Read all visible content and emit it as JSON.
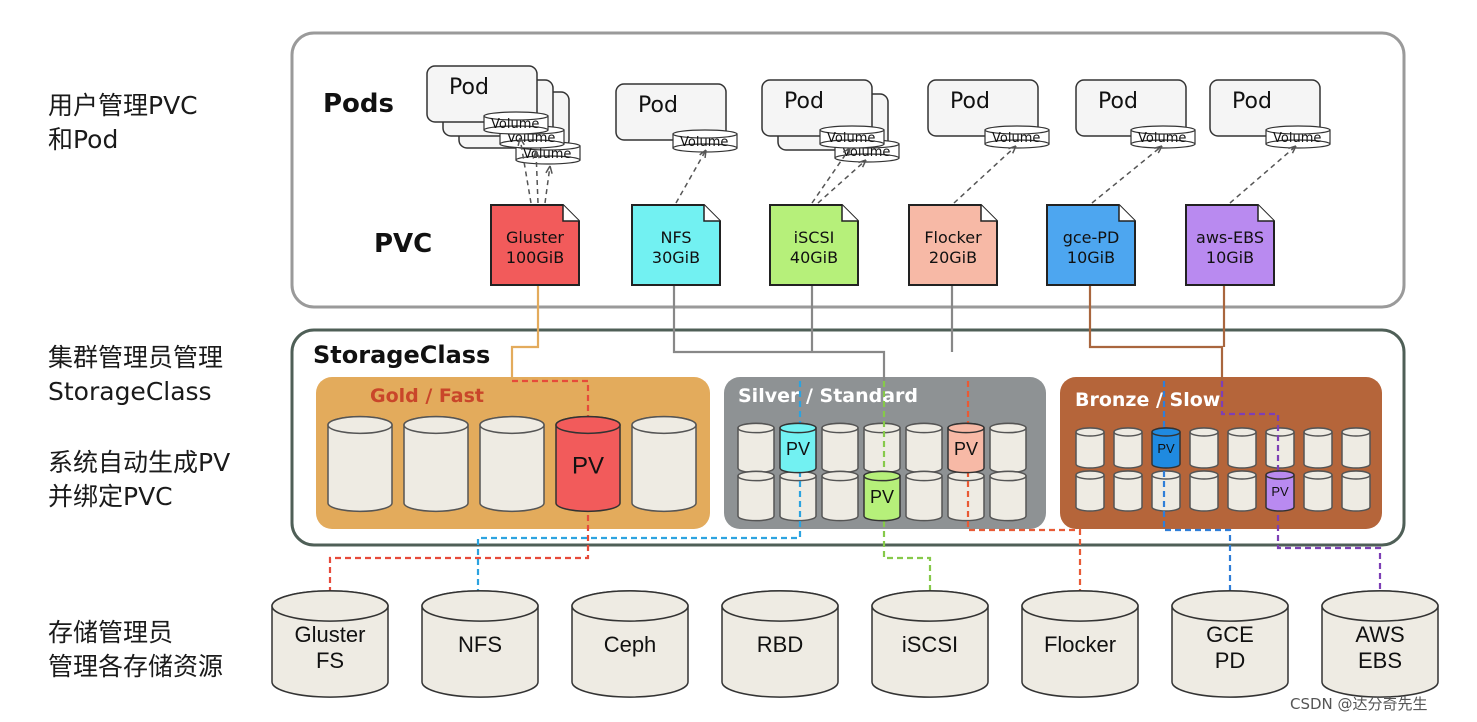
{
  "side_labels": {
    "pods_pvc": [
      "用户管理PVC",
      "和Pod"
    ],
    "storageclass": [
      "集群管理员管理",
      "StorageClass"
    ],
    "pv": [
      "系统自动生成PV",
      "并绑定PVC"
    ],
    "storage": [
      "存储管理员",
      "管理各存储资源"
    ]
  },
  "headings": {
    "pods": "Pods",
    "pvc": "PVC",
    "storageclass": "StorageClass"
  },
  "pod_label": "Pod",
  "volume_label": "Volume",
  "pvcs": [
    {
      "name": "Gluster",
      "size": "100GiB",
      "color": "#f25b5b"
    },
    {
      "name": "NFS",
      "size": "30GiB",
      "color": "#72f1f2"
    },
    {
      "name": "iSCSI",
      "size": "40GiB",
      "color": "#b6f07a"
    },
    {
      "name": "Flocker",
      "size": "20GiB",
      "color": "#f7b9a6"
    },
    {
      "name": "gce-PD",
      "size": "10GiB",
      "color": "#4da6f0"
    },
    {
      "name": "aws-EBS",
      "size": "10GiB",
      "color": "#b98af0"
    }
  ],
  "classes": [
    {
      "label": "Gold / Fast",
      "color": "#e3ab5c",
      "label_color": "#c9462a"
    },
    {
      "label": "Silver / Standard",
      "color": "#8e9294",
      "label_color": "#ffffff"
    },
    {
      "label": "Bronze / Slow",
      "color": "#b5653a",
      "label_color": "#ffffff"
    }
  ],
  "pv_label": "PV",
  "backends": [
    {
      "lines": [
        "Gluster",
        "FS"
      ]
    },
    {
      "lines": [
        "NFS"
      ]
    },
    {
      "lines": [
        "Ceph"
      ]
    },
    {
      "lines": [
        "RBD"
      ]
    },
    {
      "lines": [
        "iSCSI"
      ]
    },
    {
      "lines": [
        "Flocker"
      ]
    },
    {
      "lines": [
        "GCE",
        "PD"
      ]
    },
    {
      "lines": [
        "AWS",
        "EBS"
      ]
    }
  ],
  "watermark": "CSDN @达分奇先生"
}
